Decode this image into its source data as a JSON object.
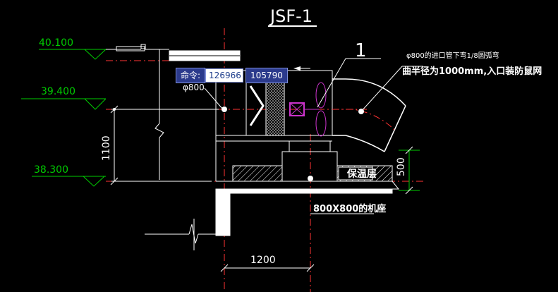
{
  "title": "JSF-1",
  "elevations": [
    "40.100",
    "39.400",
    "38.300"
  ],
  "dimensions": {
    "height": "1100",
    "width": "1200",
    "offset": "500"
  },
  "item_number": "1",
  "notes": {
    "inlet": "φ800的进口管下弯1/8圆弧弯",
    "radius": "曲半径为1000mm,入口装防鼠网",
    "insulation": "保温层",
    "base": "800X800的机座",
    "partial": "φ800"
  },
  "command_bar": {
    "label": "命令:",
    "x_value": "126966",
    "y_value": "105790"
  },
  "colors": {
    "background": "#000000",
    "lines": "#ffffff",
    "centerline": "#ff0000",
    "elevation_green": "#00cc00",
    "fan_magenta": "#cc33cc"
  }
}
